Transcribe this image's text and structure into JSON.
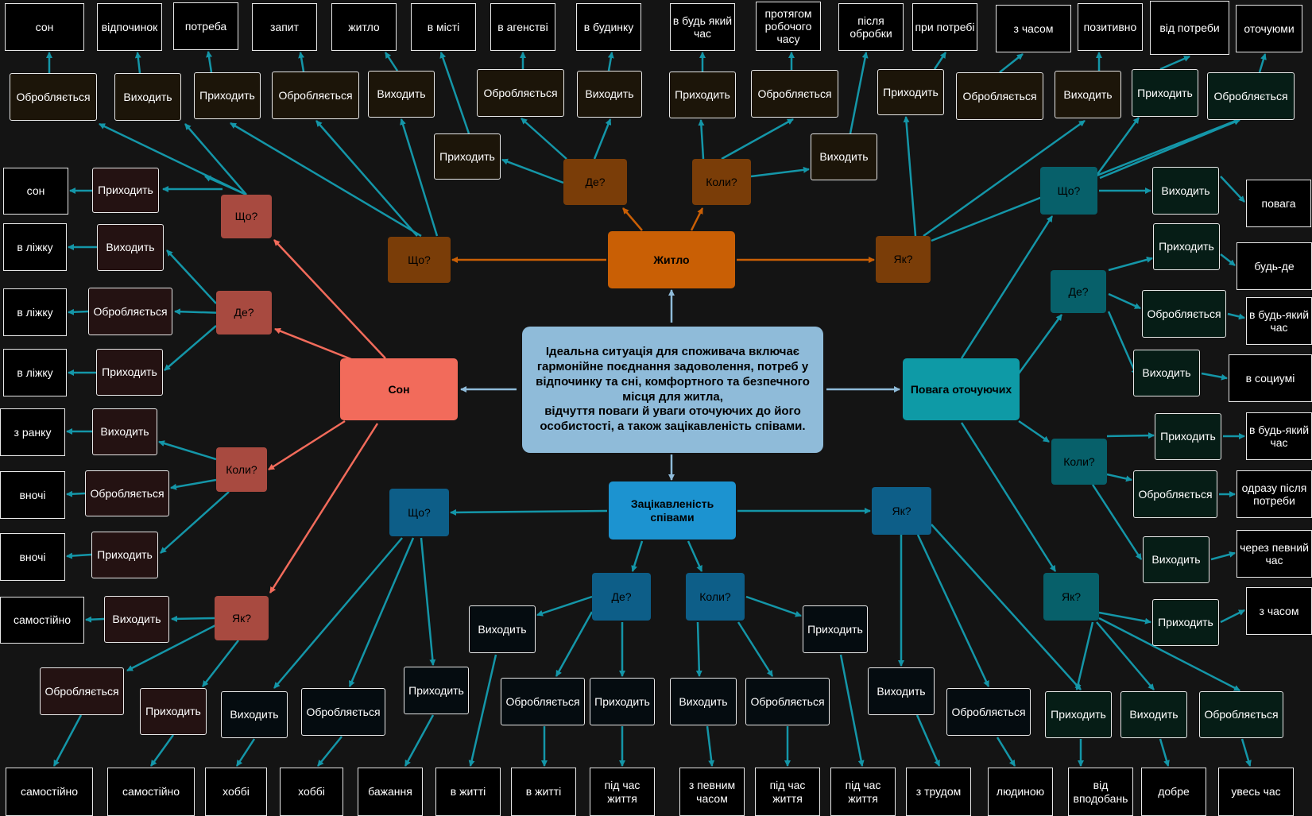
{
  "colors": {
    "background": "#141414",
    "center": "#8fbbd9",
    "son": "#f26b5b",
    "son_q": "#a84a40",
    "son_act": "#241212",
    "zhytlo": "#c95f05",
    "zhytlo_q": "#7a3d08",
    "zhytlo_act": "#1c1509",
    "povaga": "#0e9aa6",
    "povaga_q": "#07606a",
    "povaga_act": "#061d16",
    "spiv": "#1c93d0",
    "spiv_q": "#0d5e88",
    "spiv_act": "#050c10",
    "edge": "#1496a8"
  },
  "center": {
    "text": "Ідеальна ситуація для споживача включає гармонійне поєднання задоволення, потреб у відпочинку та сні, комфортного та безпечного місця для житла,\nвідчуття поваги й уваги оточуючих до його особистості, а також зацікавленість співами."
  },
  "main": {
    "son": "Сон",
    "zhytlo": "Житло",
    "povaga": "Повага оточуючих",
    "spiv": "Зацікавленість співами"
  },
  "q": {
    "son_shcho": "Що?",
    "son_de": "Де?",
    "son_koly": "Коли?",
    "son_yak": "Як?",
    "zh_shcho": "Що?",
    "zh_de": "Де?",
    "zh_koly": "Коли?",
    "zh_yak": "Як?",
    "pv_shcho": "Що?",
    "pv_de": "Де?",
    "pv_koly": "Коли?",
    "pv_yak": "Як?",
    "sp_shcho": "Що?",
    "sp_de": "Де?",
    "sp_koly": "Коли?",
    "sp_yak": "Як?"
  },
  "act": {
    "s1": "Приходить",
    "s2": "Виходить",
    "s3": "Обробляється",
    "s4": "Приходить",
    "s5": "Виходить",
    "s6": "Обробляється",
    "s7": "Приходить",
    "s8": "Виходить",
    "s9": "Обробляється",
    "s10": "Приходить",
    "z1": "Обробляється",
    "z2": "Виходить",
    "z3": "Приходить",
    "z4": "Обробляється",
    "z5": "Виходить",
    "z6": "Приходить",
    "z7": "Обробляється",
    "z8": "Виходить",
    "z9": "Приходить",
    "z10": "Обробляється",
    "z11": "Виходить",
    "z12": "Приходить",
    "z13": "Обробляється",
    "z14": "Виходить",
    "z15": "Приходить",
    "z16": "Обробляється",
    "p1": "Виходить",
    "p2": "Приходить",
    "p3": "Обробляється",
    "p4": "Виходить",
    "p5": "Приходить",
    "p6": "Обробляється",
    "p7": "Виходить",
    "p8": "Приходить",
    "p9": "Приходить",
    "p10": "Виходить",
    "p11": "Обробляється",
    "v1": "Виходить",
    "v2": "Обробляється",
    "v3": "Приходить",
    "v4": "Виходить",
    "v5": "Обробляється",
    "v6": "Приходить",
    "v7": "Виходить",
    "v8": "Обробляється",
    "v9": "Приходить",
    "v10": "Виходить",
    "v11": "Обробляється"
  },
  "leaf": {
    "s1": "сон",
    "s2": "в ліжку",
    "s3": "в ліжку",
    "s4": "в ліжку",
    "s5": "з ранку",
    "s6": "вночі",
    "s7": "вночі",
    "s8": "самостійно",
    "s9": "самостійно",
    "s10": "самостійно",
    "z1": "сон",
    "z2": "відпочинок",
    "z3": "потреба",
    "z4": "запит",
    "z5": "житло",
    "z6": "в місті",
    "z7": "в агенстві",
    "z8": "в будинку",
    "z9": "в будь який час",
    "z10": "протягом робочого часу",
    "z11": "після обробки",
    "z12": "при потребі",
    "z13": "з часом",
    "z14": "позитивно",
    "z15": "від потреби",
    "z16": "оточуюми",
    "p1": "повага",
    "p2": "будь-де",
    "p3": "в будь-який час",
    "p4": "в социумі",
    "p5": "в будь-який час",
    "p6": "одразу після потреби",
    "p7": "через певний час",
    "p8": "з часом",
    "v1": "хоббі",
    "v2": "хоббі",
    "v3": "бажання",
    "v4": "в житті",
    "v5": "в житті",
    "v6": "під час життя",
    "v7": "з певним часом",
    "v8": "під час життя",
    "v9": "під час життя",
    "v10": "з трудом",
    "v11": "людиною",
    "v12": "від вподобань",
    "v13": "добре",
    "v14": "увесь час"
  }
}
